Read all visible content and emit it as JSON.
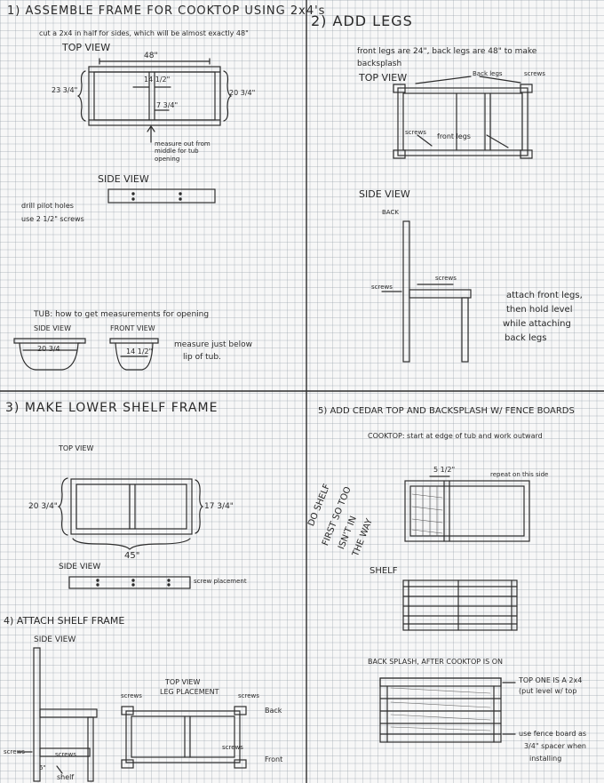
{
  "step1": {
    "title": "1) ASSEMBLE FRAME FOR COOKTOP USING 2x4's",
    "note": "cut a 2x4 in half for sides, which will be almost exactly 48\"",
    "top_view": "TOP VIEW",
    "dim_top": "48\"",
    "dim_left": "23 3/4\"",
    "dim_right": "20 3/4\"",
    "dim_mid": "14 1/2\"",
    "dim_gap": "7 3/4\"",
    "measure_note": "measure out from middle for tub opening",
    "side_view": "SIDE VIEW",
    "drill_note": "drill pilot holes",
    "screws_note": "use 2 1/2\" screws",
    "tub_heading": "TUB: how to get measurements for opening",
    "tub_side": "SIDE VIEW",
    "tub_front": "FRONT VIEW",
    "tub_dim1": "20 3/4",
    "tub_dim2": "14 1/2\"",
    "tub_note1": "measure just below",
    "tub_note2": "lip of tub."
  },
  "step2": {
    "title": "2) ADD LEGS",
    "note1": "front legs are 24\", back legs are 48\" to make",
    "note2": "backsplash",
    "top_view": "TOP VIEW",
    "back_legs": "Back legs",
    "screws": "screws",
    "screws2": "screws",
    "front_legs": "front legs",
    "side_view": "SIDE VIEW",
    "back": "BACK",
    "screws_side": "screws",
    "screws_side2": "screws",
    "attach1": "attach front legs,",
    "attach2": "then hold level",
    "attach3": "while attaching",
    "attach4": "back legs"
  },
  "step3": {
    "title": "3) MAKE LOWER SHELF FRAME",
    "top_view": "TOP VIEW",
    "dim_left": "20 3/4\"",
    "dim_right": "17 3/4\"",
    "dim_bottom": "45\"",
    "side_view": "SIDE VIEW",
    "screw_note": "screw placement"
  },
  "step4": {
    "title": "4) ATTACH SHELF FRAME",
    "side_view": "SIDE VIEW",
    "top_view": "TOP VIEW",
    "leg_placement": "LEG PLACEMENT",
    "screws_l": "screws",
    "screws_r": "screws",
    "screws_a": "screws",
    "screws_b": "screws",
    "screws_c": "screws",
    "six": "6\"",
    "shelf": "shelf",
    "back": "Back",
    "front": "Front"
  },
  "step5": {
    "title": "5) ADD CEDAR TOP AND BACKSPLASH W/ FENCE BOARDS",
    "cooktop": "COOKTOP: start at edge of tub and work outward",
    "dim": "5 1/2\"",
    "repeat": "repeat on this side",
    "do_shelf": [
      "DO SHELF",
      "FIRST SO TOO",
      "ISN'T IN",
      "THE WAY"
    ],
    "shelf": "SHELF",
    "backsplash": "BACK SPLASH, AFTER COOKTOP IS ON",
    "top_one1": "TOP ONE IS A 2x4",
    "top_one2": "(put level w/ top",
    "fence1": "use fence board as",
    "fence2": "3/4\" spacer when",
    "fence3": "installing"
  }
}
